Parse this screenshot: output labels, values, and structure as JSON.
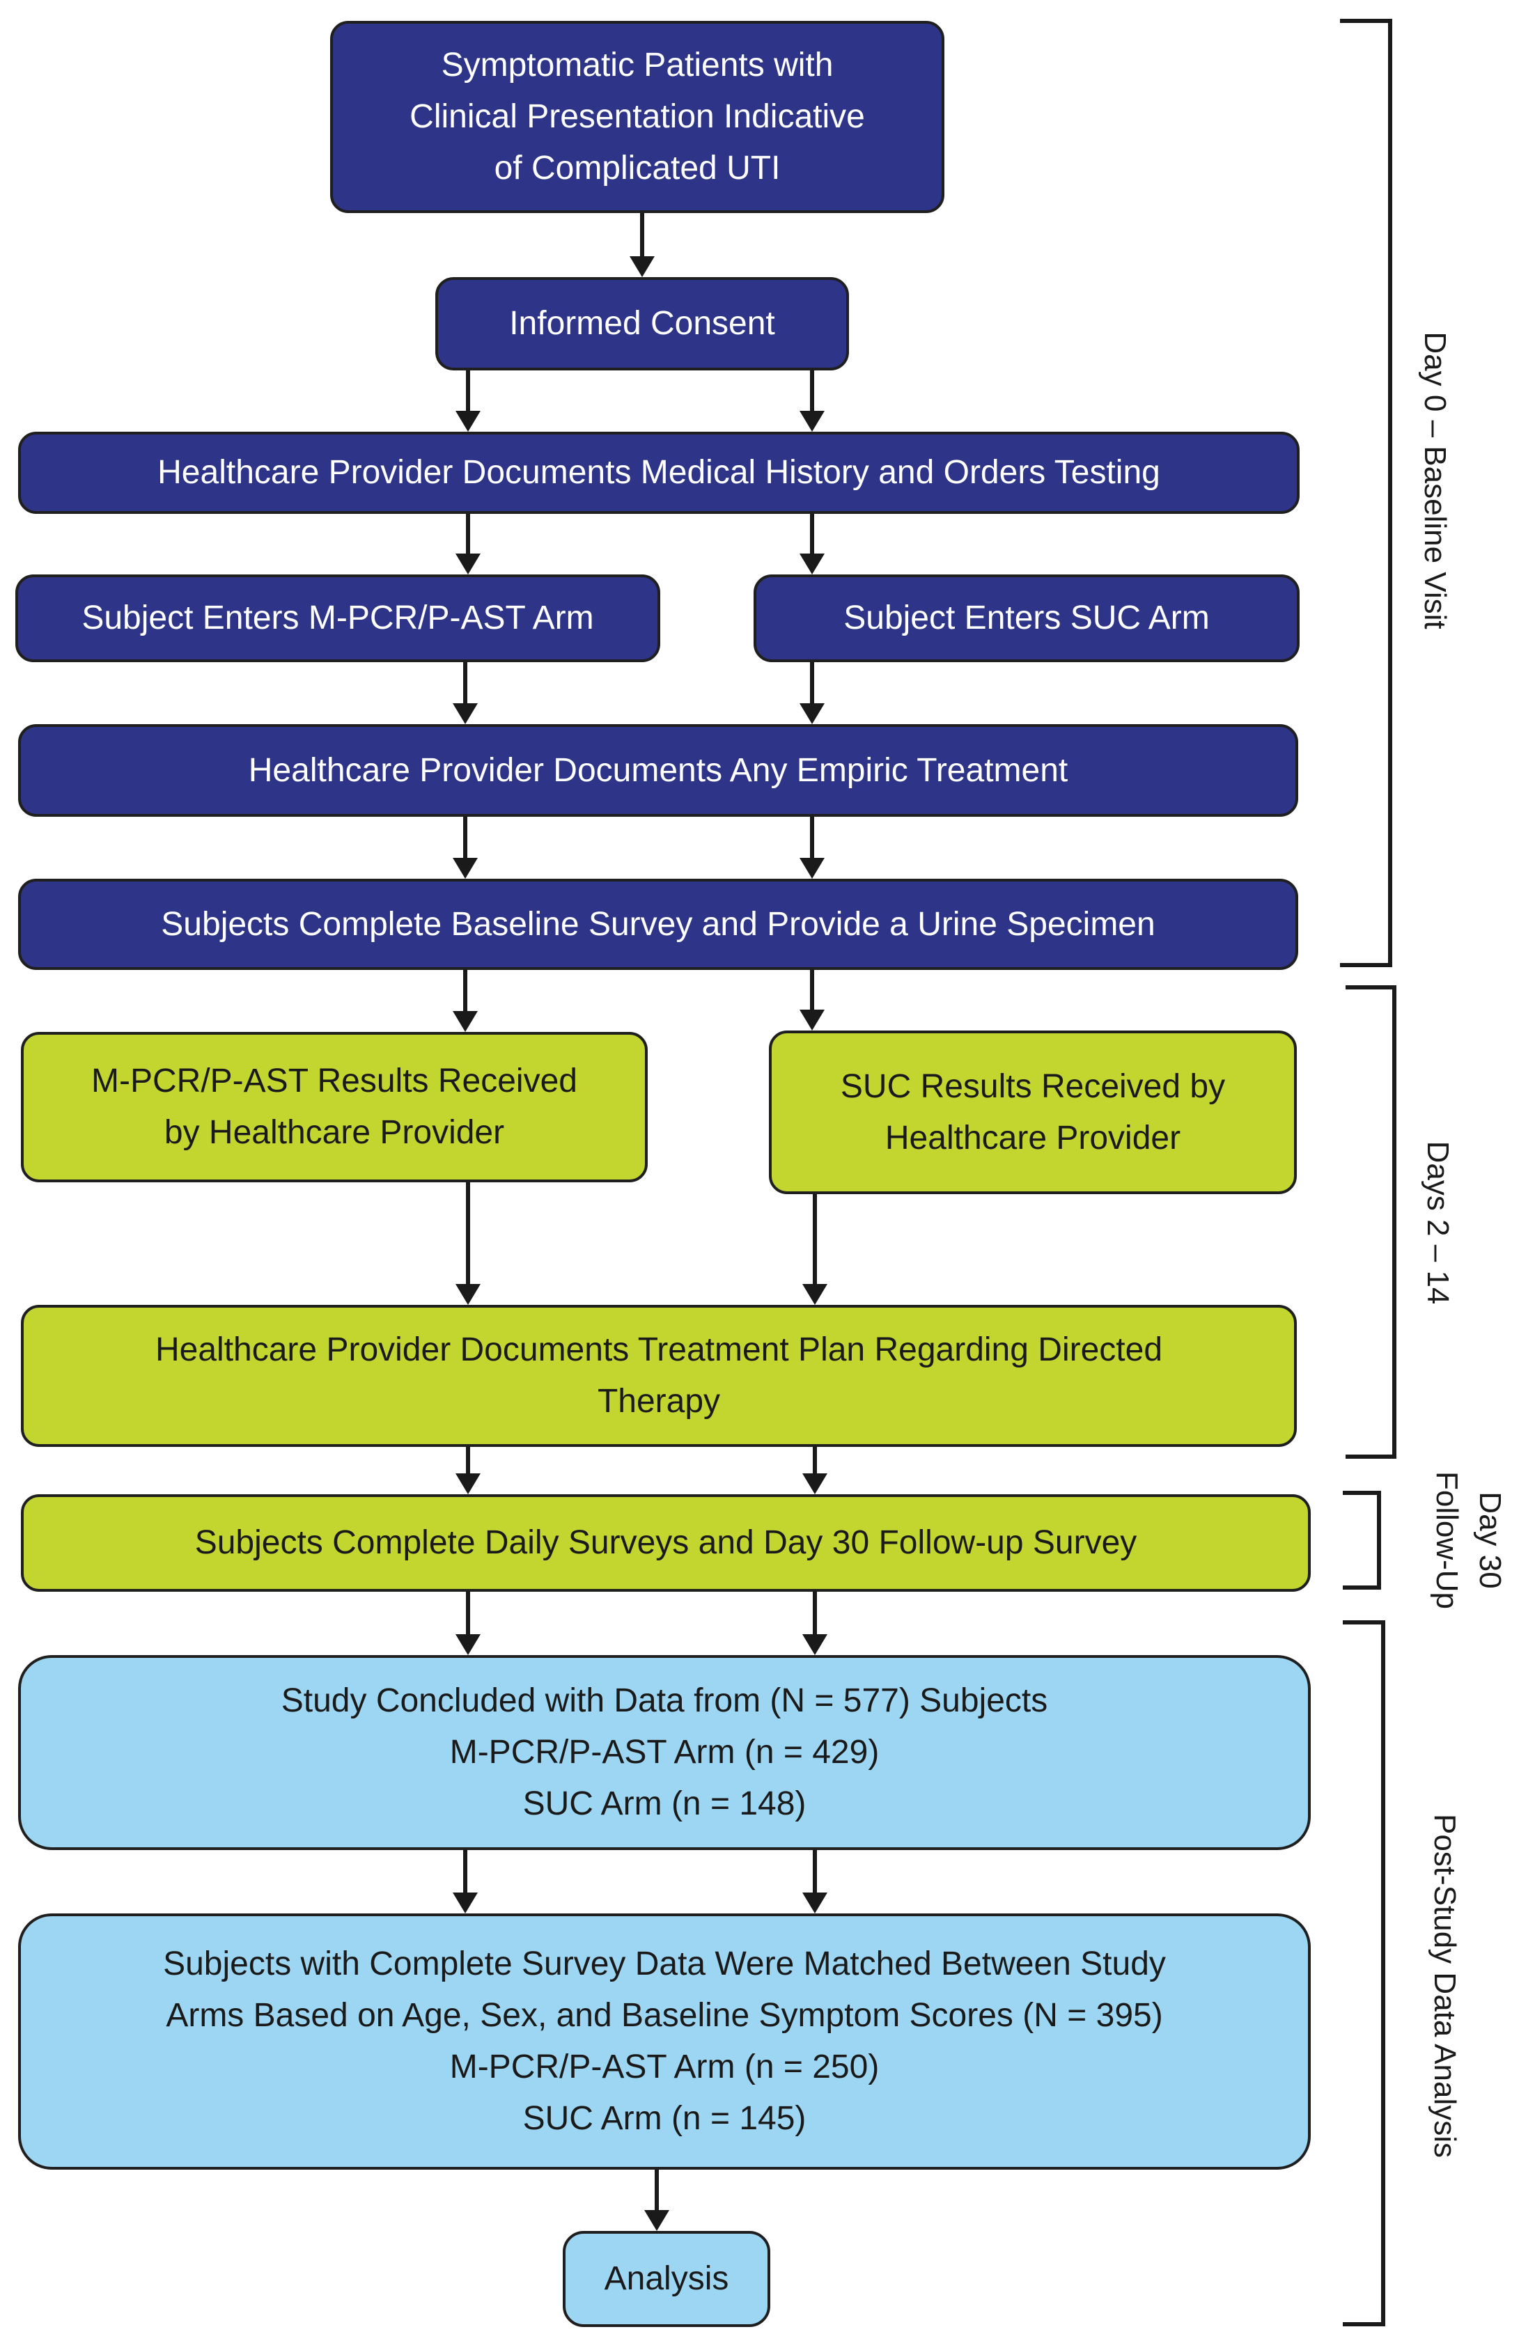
{
  "boxes": {
    "symptomatic": [
      "Symptomatic Patients with",
      "Clinical Presentation Indicative",
      "of Complicated UTI"
    ],
    "consent": [
      "Informed Consent"
    ],
    "history": [
      "Healthcare Provider Documents Medical History and Orders Testing"
    ],
    "mpcr_arm": [
      "Subject Enters M-PCR/P-AST Arm"
    ],
    "suc_arm": [
      "Subject Enters SUC Arm"
    ],
    "empiric": [
      "Healthcare Provider Documents Any Empiric Treatment"
    ],
    "baseline_survey": [
      "Subjects Complete Baseline Survey and Provide a Urine Specimen"
    ],
    "mpcr_results": [
      "M-PCR/P-AST Results Received",
      "by Healthcare Provider"
    ],
    "suc_results": [
      "SUC Results Received by",
      "Healthcare Provider"
    ],
    "treatment_plan": [
      "Healthcare Provider Documents Treatment Plan Regarding Directed",
      "Therapy"
    ],
    "daily_surveys": [
      "Subjects Complete Daily Surveys and Day 30 Follow-up Survey"
    ],
    "concluded": [
      "Study Concluded with Data from (N = 577) Subjects",
      "M-PCR/P-AST Arm (n = 429)",
      "SUC Arm (n = 148)"
    ],
    "matched": [
      "Subjects with Complete Survey Data Were Matched Between Study",
      "Arms Based on Age, Sex, and Baseline Symptom Scores (N = 395)",
      "M-PCR/P-AST Arm (n = 250)",
      "SUC Arm (n = 145)"
    ],
    "analysis": [
      "Analysis"
    ]
  },
  "phases": {
    "baseline": [
      "Day 0 – Baseline Visit"
    ],
    "days_2_14": [
      "Days 2 – 14"
    ],
    "day30": [
      "Day 30",
      "Follow-Up"
    ],
    "post_study": [
      "Post-Study  Data Analysis"
    ]
  },
  "colors": {
    "navy": "#2e3588",
    "lime": "#c2d62f",
    "sky": "#9dd6f2",
    "line": "#1a1a1a"
  }
}
